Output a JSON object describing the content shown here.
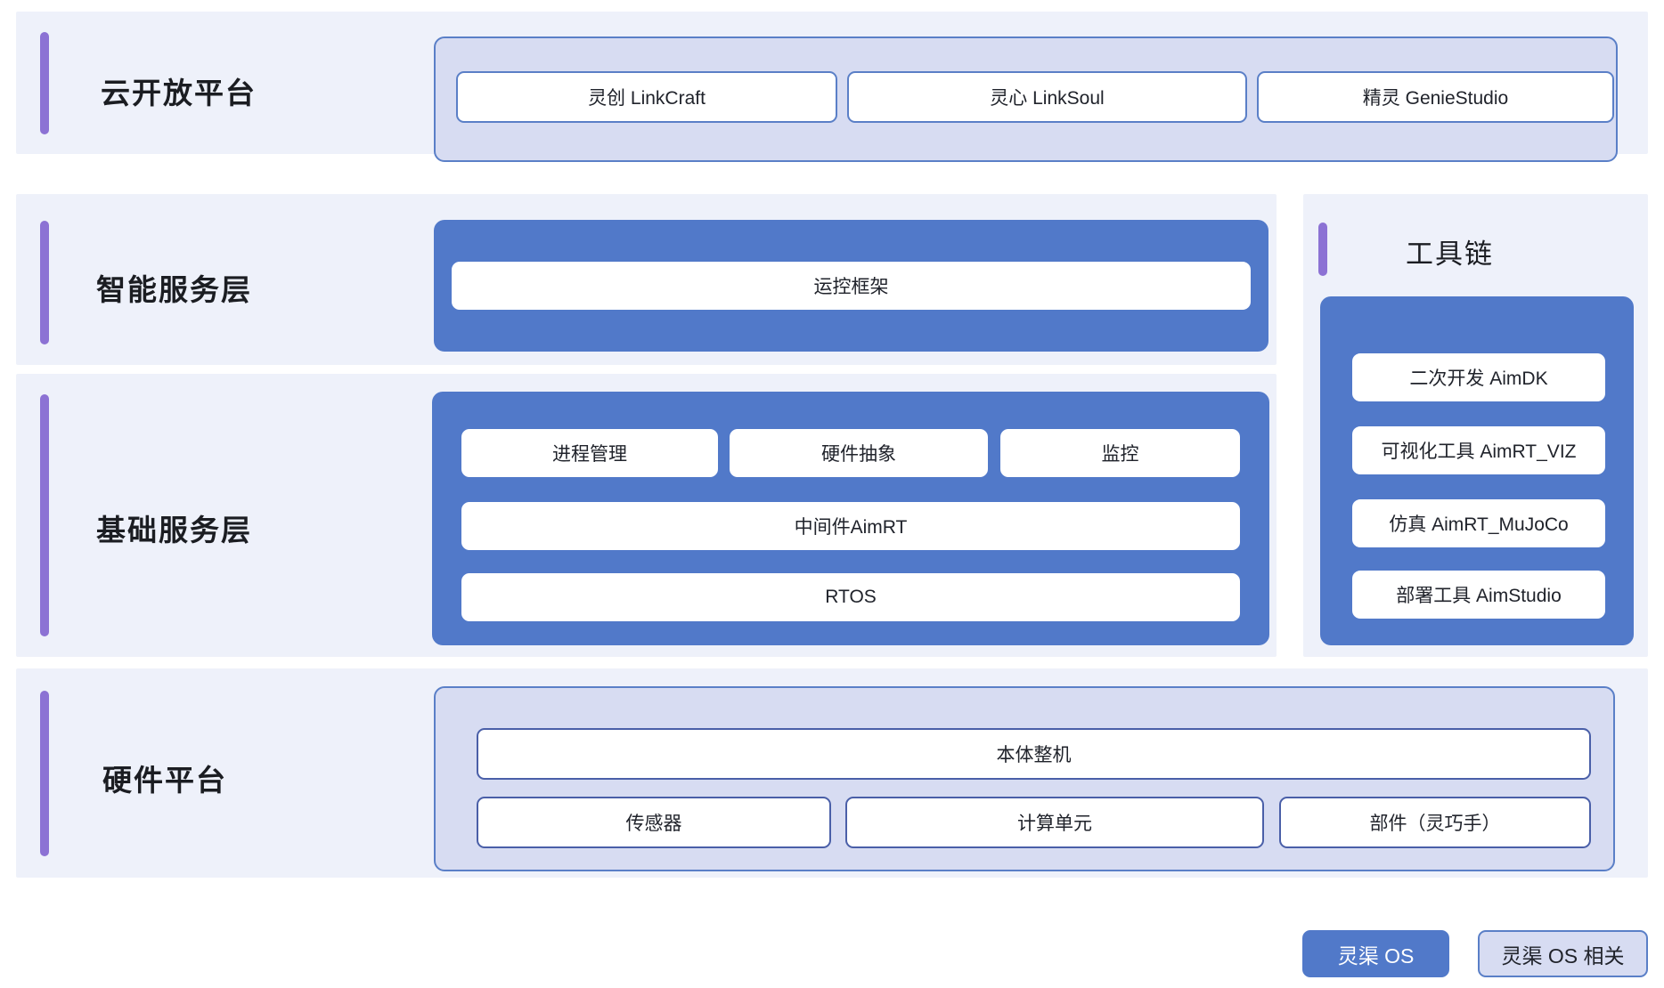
{
  "theme": {
    "band_bg": "#eef1fa",
    "accent_purple": "#8c72d4",
    "blue_solid": "#5179c9",
    "lavender_fill": "#d7dcf2",
    "card_border": "#5a7fc7",
    "text_dark": "#20232b",
    "page_bg": "#ffffff"
  },
  "rows": [
    {
      "label": "云开放平台",
      "container_style": "light",
      "cards": [
        "灵创 LinkCraft",
        "灵心 LinkSoul",
        "精灵 GenieStudio"
      ]
    },
    {
      "label": "智能服务层",
      "container_style": "blue",
      "cards": [
        "运控框架"
      ]
    },
    {
      "label": "基础服务层",
      "container_style": "blue",
      "row_a": [
        "进程管理",
        "硬件抽象",
        "监控"
      ],
      "row_b": [
        "中间件AimRT"
      ],
      "row_c": [
        "RTOS"
      ]
    },
    {
      "label": "硬件平台",
      "container_style": "light",
      "row_a": [
        "本体整机"
      ],
      "row_b": [
        "传感器",
        "计算单元",
        "部件（灵巧手）"
      ]
    }
  ],
  "toolchain": {
    "title": "工具链",
    "items": [
      "二次开发 AimDK",
      "可视化工具 AimRT_VIZ",
      "仿真 AimRT_MuJoCo",
      "部署工具 AimStudio"
    ]
  },
  "legend": [
    {
      "label": "灵渠 OS",
      "style": "solid"
    },
    {
      "label": "灵渠 OS 相关",
      "style": "outline"
    }
  ]
}
